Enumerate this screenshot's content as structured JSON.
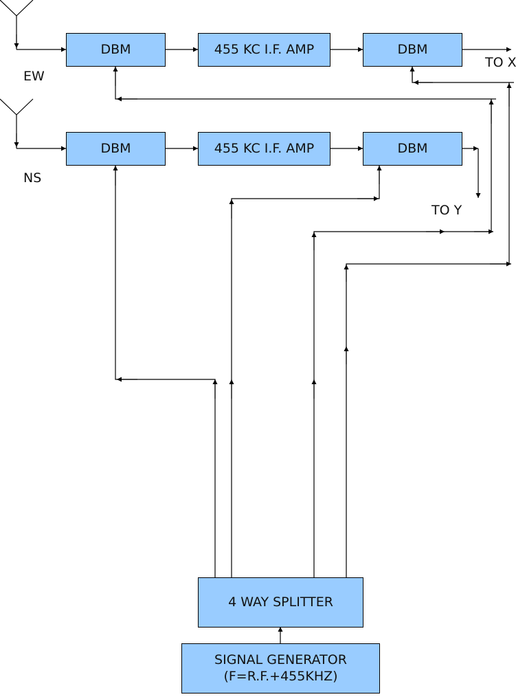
{
  "diagram": {
    "colors": {
      "box_fill": "#99ccff",
      "line": "#000000"
    },
    "blocks": {
      "ew_dbm1": "DBM",
      "ew_if_amp": "455 KC I.F. AMP",
      "ew_dbm2": "DBM",
      "ns_dbm1": "DBM",
      "ns_if_amp": "455 KC I.F. AMP",
      "ns_dbm2": "DBM",
      "splitter": "4 WAY SPLITTER",
      "siggen_line1": "SIGNAL GENERATOR",
      "siggen_line2": "(F=R.F.+455KHZ)"
    },
    "labels": {
      "ew": "EW",
      "ns": "NS",
      "to_x": "TO X",
      "to_y": "TO Y"
    },
    "connections": [
      {
        "from": "ew-antenna",
        "to": "ew-dbm1"
      },
      {
        "from": "ew-dbm1",
        "to": "ew-if-amp"
      },
      {
        "from": "ew-if-amp",
        "to": "ew-dbm2"
      },
      {
        "from": "ew-dbm2",
        "to": "to-x"
      },
      {
        "from": "ns-antenna",
        "to": "ns-dbm1"
      },
      {
        "from": "ns-dbm1",
        "to": "ns-if-amp"
      },
      {
        "from": "ns-if-amp",
        "to": "ns-dbm2"
      },
      {
        "from": "ns-dbm2",
        "to": "to-y"
      },
      {
        "from": "signal-generator",
        "to": "splitter"
      },
      {
        "from": "splitter",
        "to": "ns-dbm1"
      },
      {
        "from": "splitter",
        "to": "ns-dbm2"
      },
      {
        "from": "splitter",
        "to": "ew-dbm1"
      },
      {
        "from": "splitter",
        "to": "ew-dbm2"
      }
    ]
  }
}
